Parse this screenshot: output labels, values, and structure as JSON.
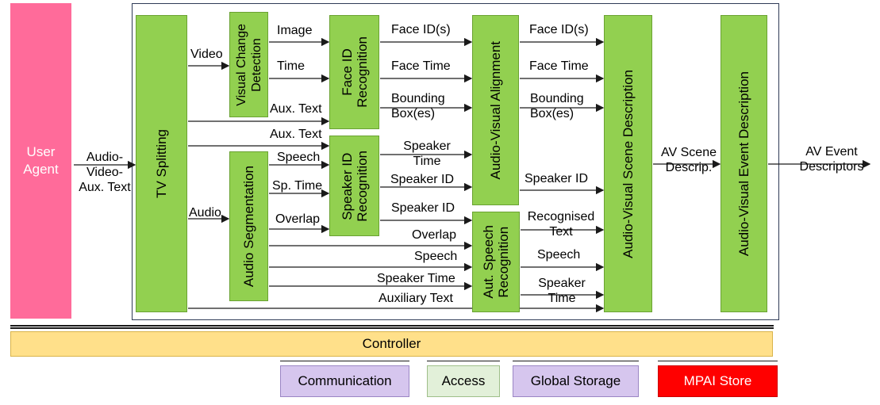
{
  "user_agent": {
    "label": "User\nAgent"
  },
  "modules": {
    "tv_splitting": "TV Splitting",
    "visual_change_detection": "Visual Change\nDetection",
    "audio_segmentation": "Audio Segmentation",
    "face_id_recognition": "Face ID\nRecognition",
    "speaker_id_recognition": "Speaker ID\nRecognition",
    "audio_visual_alignment": "Audio-Visual Alignment",
    "aut_speech_recognition": "Aut. Speech\nRecognition",
    "av_scene_description": "Audio-Visual Scene Description",
    "av_event_description": "Audio-Visual Event Description"
  },
  "labels": {
    "input": "Audio-\nVideo-\nAux. Text",
    "video": "Video",
    "audio": "Audio",
    "image": "Image",
    "time": "Time",
    "aux_text_1": "Aux. Text",
    "aux_text_2": "Aux. Text",
    "speech": "Speech",
    "sp_time": "Sp. Time",
    "overlap": "Overlap",
    "face_ids_1": "Face ID(s)",
    "face_time_1": "Face Time",
    "bounding_boxes_1": "Bounding\nBox(es)",
    "speaker_time_1": "Speaker\nTime",
    "speaker_id_1": "Speaker ID",
    "speaker_id_2": "Speaker ID",
    "overlap_2": "Overlap",
    "speech_2": "Speech",
    "speaker_time_2": "Speaker Time",
    "auxiliary_text": "Auxiliary Text",
    "face_ids_2": "Face ID(s)",
    "face_time_2": "Face Time",
    "bounding_boxes_2": "Bounding\nBox(es)",
    "speaker_id_3": "Speaker ID",
    "recognised_text": "Recognised\nText",
    "speech_3": "Speech",
    "speaker_time_3": "Speaker\nTime",
    "av_scene": "AV Scene\nDescrip.",
    "av_event": "AV Event\nDescriptors"
  },
  "infrastructure": {
    "controller": "Controller",
    "communication": "Communication",
    "access": "Access",
    "global_storage": "Global Storage",
    "mpai_store": "MPAI Store"
  },
  "colors": {
    "module_green": "#92d050",
    "user_agent_pink": "#ff6b9a",
    "controller_yellow": "#ffe08a",
    "service_purple": "#d6c6ee",
    "access_green": "#e2f0d9",
    "mpai_store_red": "#ff0000"
  }
}
